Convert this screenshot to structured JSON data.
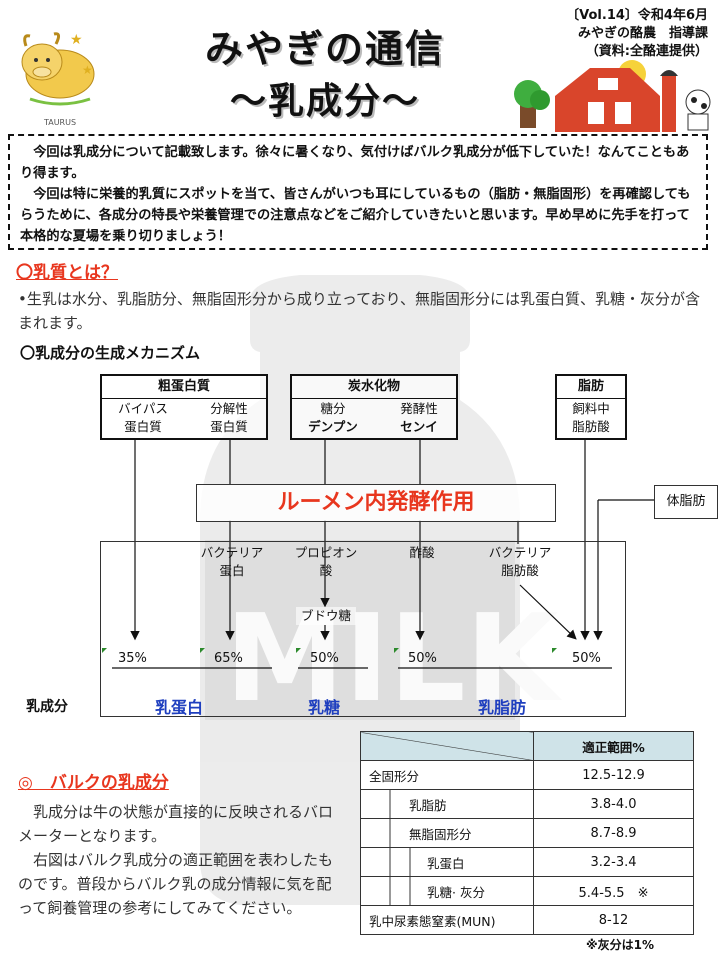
{
  "header": {
    "title": "みやぎの通信",
    "subtitle": "〜乳成分〜",
    "vol": "〔Vol.14〕令和4年6月",
    "org": "みやぎの酪農　指導課",
    "source": "（資料:全酪連提供）",
    "logo_text": "TAURUS"
  },
  "intro": {
    "p1": "今回は乳成分について記載致します。徐々に暑くなり、気付けばバルク乳成分が低下していた！なんてこともあり得ます。",
    "p2": "今回は特に栄養的乳質にスポットを当て、皆さんがいつも耳にしているもの（脂肪・無脂固形）を再確認してもらうために、各成分の特長や栄養管理での注意点などをご紹介していきたいと思います。早め早めに先手を打って本格的な夏場を乗り切りましょう！"
  },
  "section1": {
    "heading": "〇乳質とは？",
    "text": "•生乳は水分、乳脂肪分、無脂固形分から成り立っており、無脂固形分には乳蛋白質、乳糖・灰分が含まれます。",
    "mechanism_title": "〇乳成分の生成メカニズム"
  },
  "diagram": {
    "feed_groups": [
      {
        "name": "粗蛋白質",
        "items": [
          [
            "バイパス",
            "蛋白質"
          ],
          [
            "分解性",
            "蛋白質"
          ]
        ]
      },
      {
        "name": "炭水化物",
        "items": [
          [
            "糖分",
            "デンプン"
          ],
          [
            "発酵性",
            "センイ"
          ]
        ]
      },
      {
        "name": "脂肪",
        "items": [
          [
            "飼料中",
            "脂肪酸"
          ]
        ]
      }
    ],
    "rumen": "ルーメン内発酵作用",
    "body_fat": "体脂肪",
    "products": [
      [
        "バクテリア",
        "蛋白"
      ],
      [
        "プロピオン",
        "酸"
      ],
      [
        "酢酸"
      ],
      [
        "バクテリア",
        "脂肪酸"
      ]
    ],
    "glucose": "ブドウ糖",
    "percents": [
      "35%",
      "65%",
      "50%",
      "50%",
      "50%"
    ],
    "component_label": "乳成分",
    "components": [
      "乳蛋白",
      "乳糖",
      "乳脂肪"
    ]
  },
  "section2": {
    "heading": "◎　バルクの乳成分",
    "p1": "乳成分は牛の状態が直接的に反映されるバロメーターとなります。",
    "p2": "右図はバルク乳成分の適正範囲を表わしたものです。普段からバルク乳の成分情報に気を配って飼養管理の参考にしてみてください。"
  },
  "table": {
    "header": "適正範囲%",
    "rows": [
      {
        "label": "全固形分",
        "value": "12.5-12.9",
        "indent": 0
      },
      {
        "label": "乳脂肪",
        "value": "3.8-4.0",
        "indent": 1
      },
      {
        "label": "無脂固形分",
        "value": "8.7-8.9",
        "indent": 1
      },
      {
        "label": "乳蛋白",
        "value": "3.2-3.4",
        "indent": 2
      },
      {
        "label": "乳糖· 灰分",
        "value": "5.4-5.5　※",
        "indent": 2
      },
      {
        "label": "乳中尿素態窒素(MUN)",
        "value": "8-12",
        "indent": 0
      }
    ],
    "footnote": "※灰分は1%"
  },
  "colors": {
    "accent_red": "#e8361e",
    "component_blue": "#1f3fbf",
    "table_header": "#cfe3e8"
  }
}
